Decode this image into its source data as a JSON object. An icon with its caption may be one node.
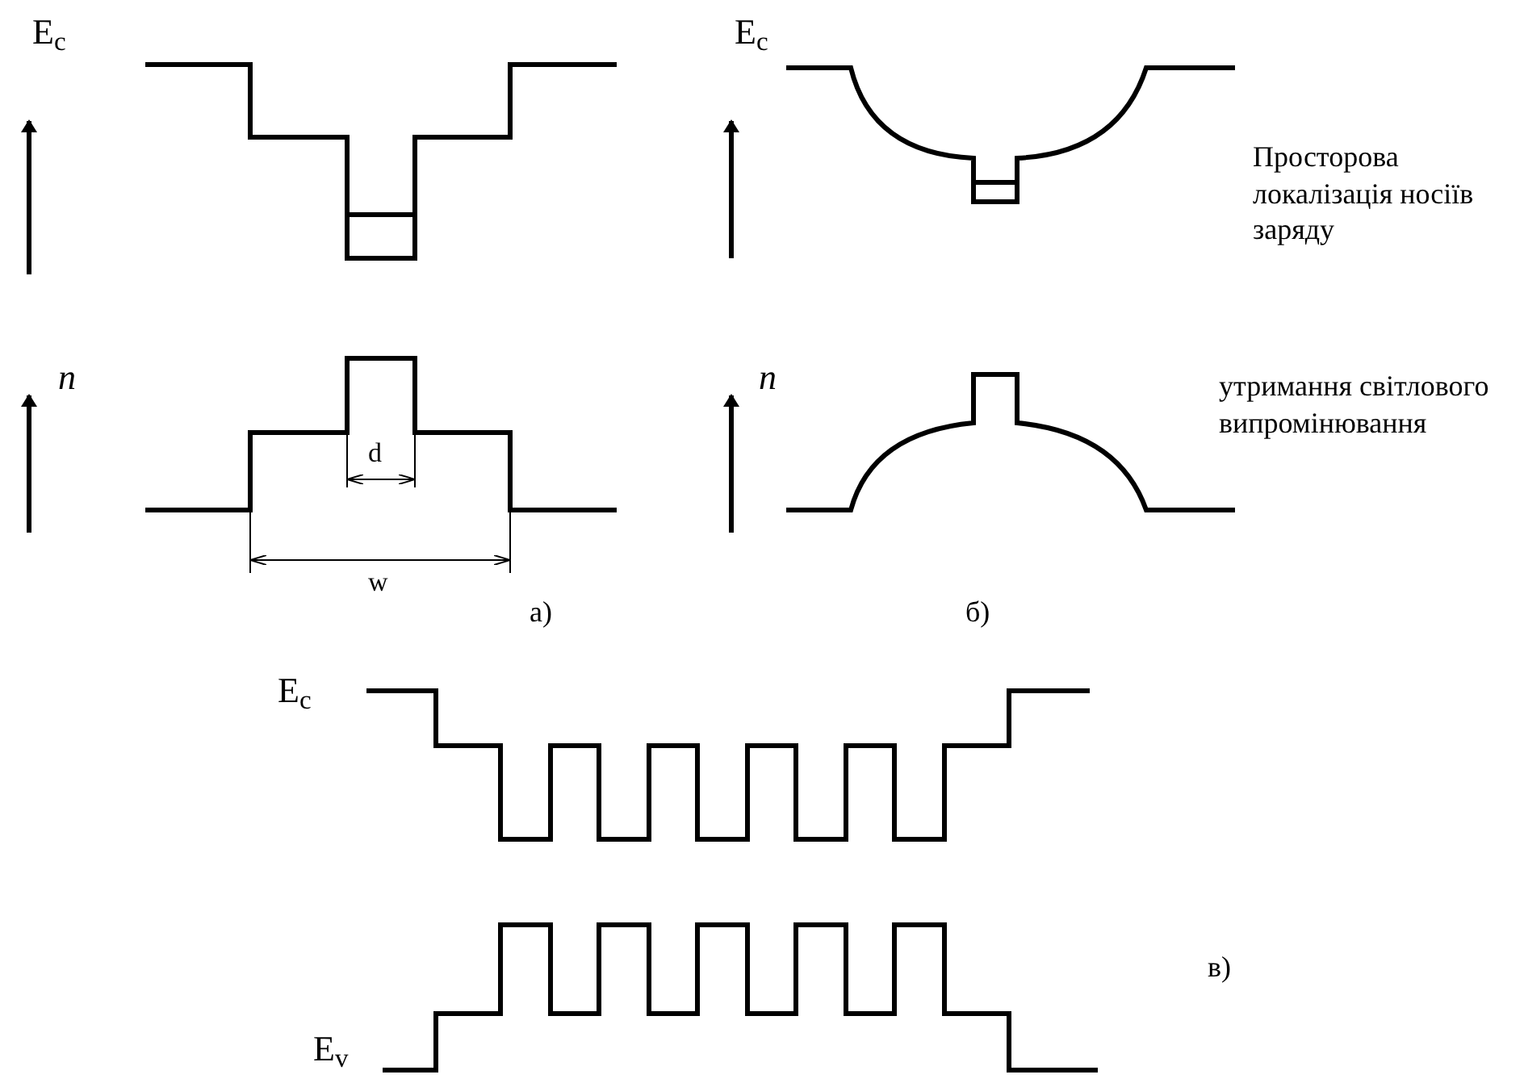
{
  "diagram": {
    "labels": [
      "E$_{c}$",
      "n",
      "d",
      "w",
      "а)",
      "E$_{c}$",
      "Просторова локалізація носіїв заряду",
      "n",
      "утримання світлового випромінювання",
      "б)",
      "E$_{c}$",
      "в)",
      "E$_{v}$"
    ]
  }
}
